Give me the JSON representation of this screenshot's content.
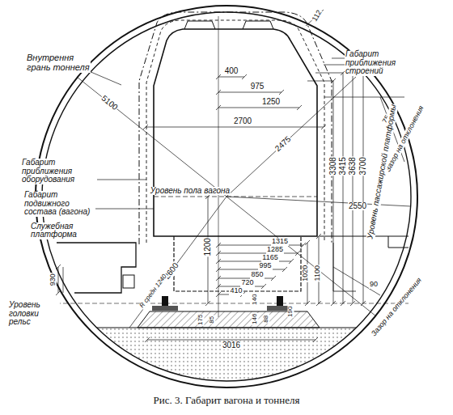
{
  "diagram": {
    "caption": "Рис. 3. Габарит вагона и тоннеля",
    "labels": [
      "Внутрення грань тоннеля",
      "112",
      "400",
      "975",
      "1250",
      "2700",
      "2475",
      "Габарит приближения строений",
      "3308",
      "3415",
      "3638",
      "3700",
      "75",
      "Зазор на отклонения",
      "Уровень пассажирской платформы",
      "Габарит приближения оборудования",
      "Габарит подвижного состава (вагона)",
      "Уровень пола вагона",
      "2550",
      "5100",
      "Служебная платформа",
      "930",
      "2600",
      "R средн 1240",
      "1200",
      "1315",
      "1285",
      "1165",
      "995",
      "850",
      "720",
      "410",
      "140",
      "175",
      "85",
      "146",
      "88",
      "190",
      "1020",
      "1100",
      "90",
      "Зазор на отклонения",
      "Уровень головки рельс",
      "3016"
    ]
  }
}
